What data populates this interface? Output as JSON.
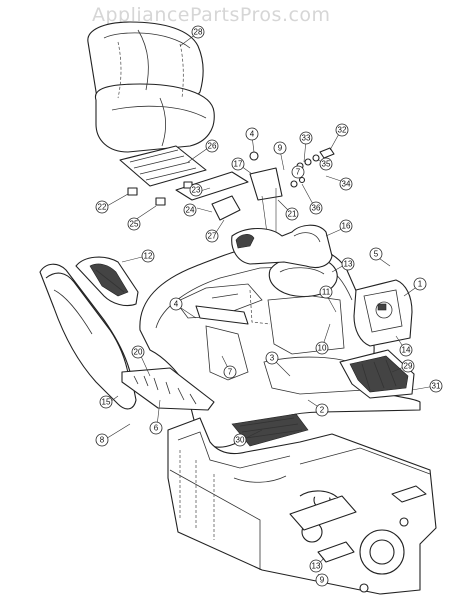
{
  "watermark": "AppliancePartsPros.com",
  "callouts": [
    {
      "id": "c28",
      "label": "28"
    },
    {
      "id": "c26",
      "label": "26"
    },
    {
      "id": "c4a",
      "label": "4"
    },
    {
      "id": "c9a",
      "label": "9"
    },
    {
      "id": "c17",
      "label": "17"
    },
    {
      "id": "c33",
      "label": "33"
    },
    {
      "id": "c32",
      "label": "32"
    },
    {
      "id": "c7",
      "label": "7"
    },
    {
      "id": "c35",
      "label": "35"
    },
    {
      "id": "c34",
      "label": "34"
    },
    {
      "id": "c22",
      "label": "22"
    },
    {
      "id": "c23",
      "label": "23"
    },
    {
      "id": "c36",
      "label": "36"
    },
    {
      "id": "c21",
      "label": "21"
    },
    {
      "id": "c25",
      "label": "25"
    },
    {
      "id": "c24",
      "label": "24"
    },
    {
      "id": "c27",
      "label": "27"
    },
    {
      "id": "c16",
      "label": "16"
    },
    {
      "id": "c12",
      "label": "12"
    },
    {
      "id": "c5",
      "label": "5"
    },
    {
      "id": "c13a",
      "label": "13"
    },
    {
      "id": "c1",
      "label": "1"
    },
    {
      "id": "c11",
      "label": "11"
    },
    {
      "id": "c4b",
      "label": "4"
    },
    {
      "id": "c10",
      "label": "10"
    },
    {
      "id": "c14",
      "label": "14"
    },
    {
      "id": "c20",
      "label": "20"
    },
    {
      "id": "c3",
      "label": "3"
    },
    {
      "id": "c7b",
      "label": "7"
    },
    {
      "id": "c29",
      "label": "29"
    },
    {
      "id": "c31",
      "label": "31"
    },
    {
      "id": "c15",
      "label": "15"
    },
    {
      "id": "c2",
      "label": "2"
    },
    {
      "id": "c6",
      "label": "6"
    },
    {
      "id": "c8",
      "label": "8"
    },
    {
      "id": "c30",
      "label": "30"
    },
    {
      "id": "c13b",
      "label": "13"
    },
    {
      "id": "c9b",
      "label": "9"
    }
  ]
}
